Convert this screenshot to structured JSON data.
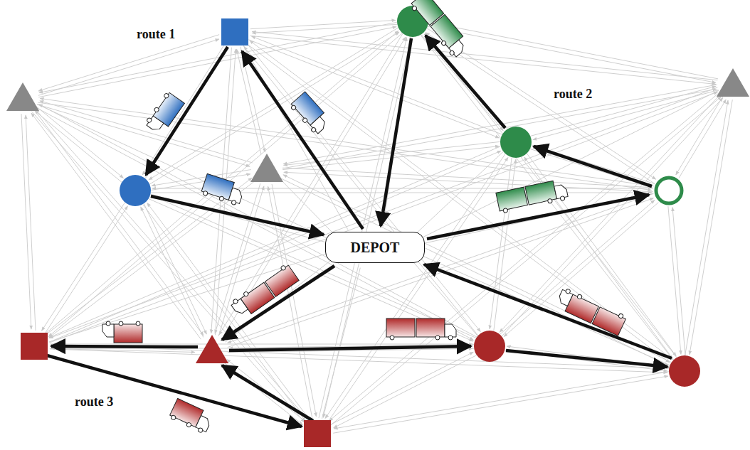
{
  "diagram": {
    "nodes": [
      {
        "text": [
          "DEPOT"
        ]
      }
    ],
    "labels": [
      "route 1",
      "route 2",
      "route 3"
    ]
  }
}
